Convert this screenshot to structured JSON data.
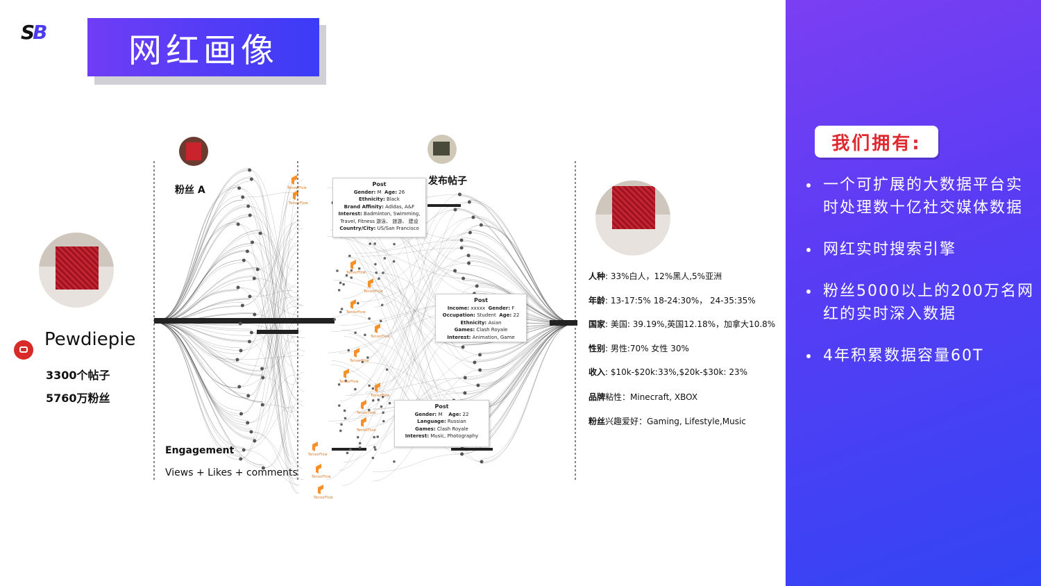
{
  "logo": {
    "text_s": "S",
    "text_b": "B"
  },
  "title": "网红画像",
  "profile": {
    "name": "Pewdiepie",
    "posts": "3300个帖子",
    "fans": "5760万粉丝"
  },
  "diagram": {
    "fan_label": "粉丝 A",
    "post_label": "发布帖子",
    "engagement_title": "Engagement",
    "engagement_sub": "Views + Likes + comments",
    "tf_label": "TensorFlow",
    "card1": {
      "title": "Post",
      "l1k": "Gender:",
      "l1v": "M",
      "l1k2": "Age:",
      "l1v2": "26",
      "l2k": "Ethnicity:",
      "l2v": "Black",
      "l3k": "Brand Affinity:",
      "l3v": "Adidas, A&F",
      "l4k": "Interest:",
      "l4v": "Badminton, Swimming,",
      "l5v": "Travel, Fitness 游泳、 旅游、 建设",
      "l6k": "Country/City:",
      "l6v": "US/San Francisco"
    },
    "card2": {
      "title": "Post",
      "l1k": "Income:",
      "l1v": "xxxxx",
      "l1k2": "Gender:",
      "l1v2": "F",
      "l2k": "Occupation:",
      "l2v": "Student",
      "l2k2": "Age:",
      "l2v2": "22",
      "l3k": "Ethnicity:",
      "l3v": "Asian",
      "l4k": "Games:",
      "l4v": "Clash Royale",
      "l5k": "Interest:",
      "l5v": "Animation, Game"
    },
    "card3": {
      "title": "Post",
      "l1k": "Gender:",
      "l1v": "M",
      "l1k2": "Age:",
      "l1v2": "22",
      "l2k": "Language:",
      "l2v": "Russian",
      "l3k": "Games:",
      "l3v": "Clash Royale",
      "l4k": "Interest:",
      "l4v": "Music, Photography"
    }
  },
  "stats": [
    {
      "key": "人种",
      "value": ":  33%白人，12%黑人,5%亚洲"
    },
    {
      "key": "年龄",
      "value": ":  13-17:5% 18-24:30%，  24-35:35%"
    },
    {
      "key": "国家",
      "value": ":  美国: 39.19%,英国12.18%，加拿大10.8%"
    },
    {
      "key": "性别",
      "value": ":  男性:70%  女性 30%"
    },
    {
      "key": "收入",
      "value": ":  $10k-$20k:33%,$20k-$30k: 23%"
    },
    {
      "key": "品牌",
      "value": "粘性：Minecraft, XBOX"
    },
    {
      "key": "粉丝",
      "value": "兴趣爱好：Gaming, Lifestyle,Music"
    }
  ],
  "panel": {
    "heading": "我们拥有:",
    "items": [
      "一个可扩展的大数据平台实时处理数十亿社交媒体数据",
      "网红实时搜索引擎",
      "粉丝5000以上的200万名网红的实时深入数据",
      "4年积累数据容量60T"
    ]
  },
  "colors": {
    "panel_top": "#7b3ff2",
    "panel_bottom": "#3245f4",
    "accent_red": "#e0292f",
    "tf_orange": "#f5902a"
  }
}
